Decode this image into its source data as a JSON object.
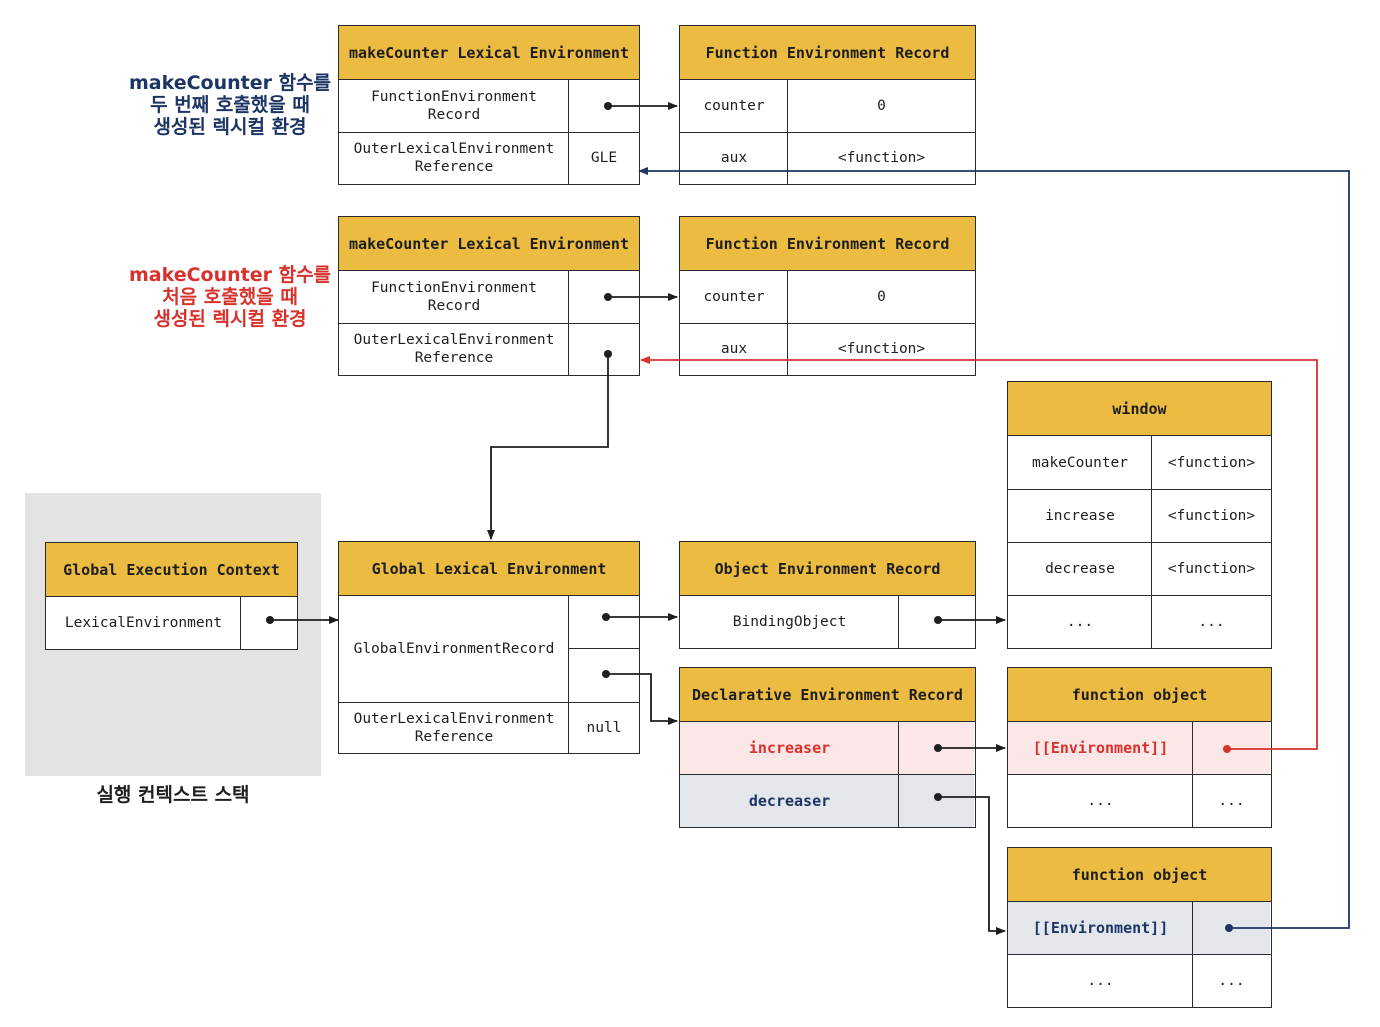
{
  "stack": {
    "label": "실행 컨텍스트 스택"
  },
  "notes": {
    "second_call": [
      "makeCounter 함수를",
      "두 번째 호출했을 때",
      "생성된 렉시컬 환경"
    ],
    "first_call": [
      "makeCounter 함수를",
      "처음 호출했을 때",
      "생성된 렉시컬 환경"
    ]
  },
  "gec": {
    "title": "Global Execution Context",
    "lexical_environment": "LexicalEnvironment"
  },
  "mc2_env": {
    "title": "makeCounter Lexical Environment",
    "record_label": "FunctionEnvironment\nRecord",
    "outer_label": "OuterLexicalEnvironment\nReference",
    "outer_value": "GLE"
  },
  "mc2_record": {
    "title": "Function Environment Record",
    "rows": [
      {
        "name": "counter",
        "value": "0"
      },
      {
        "name": "aux",
        "value": "<function>"
      }
    ]
  },
  "mc1_env": {
    "title": "makeCounter Lexical Environment",
    "record_label": "FunctionEnvironment\nRecord",
    "outer_label": "OuterLexicalEnvironment\nReference"
  },
  "mc1_record": {
    "title": "Function Environment Record",
    "rows": [
      {
        "name": "counter",
        "value": "0"
      },
      {
        "name": "aux",
        "value": "<function>"
      }
    ]
  },
  "gle": {
    "title": "Global Lexical Environment",
    "record_label": "GlobalEnvironmentRecord",
    "outer_label": "OuterLexicalEnvironment\nReference",
    "outer_value": "null"
  },
  "object_record": {
    "title": "Object Environment Record",
    "binding": "BindingObject"
  },
  "declarative_record": {
    "title": "Declarative Environment Record",
    "rows": [
      "increaser",
      "decreaser"
    ]
  },
  "window": {
    "title": "window",
    "rows": [
      {
        "name": "makeCounter",
        "value": "<function>"
      },
      {
        "name": "increase",
        "value": "<function>"
      },
      {
        "name": "decrease",
        "value": "<function>"
      },
      {
        "name": "...",
        "value": "..."
      }
    ]
  },
  "fn_obj_1": {
    "title": "function object",
    "env_label": "[[Environment]]",
    "more_name": "...",
    "more_value": "..."
  },
  "fn_obj_2": {
    "title": "function object",
    "env_label": "[[Environment]]",
    "more_name": "...",
    "more_value": "..."
  },
  "colors": {
    "header": "#ecbb42",
    "red_arrow": "#d8322c",
    "navy_arrow": "#1d3564",
    "pink_row": "#fbe7e7",
    "grey_row": "#e3e7ec"
  }
}
